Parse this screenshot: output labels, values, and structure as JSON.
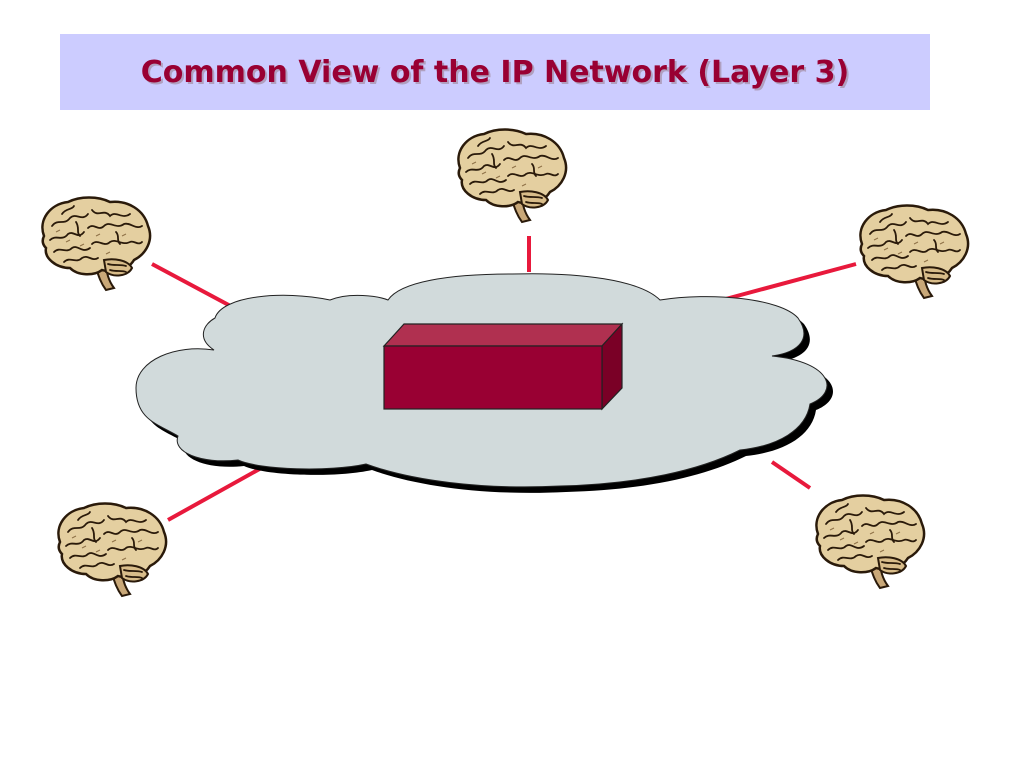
{
  "slide": {
    "title": "Common View of the IP Network (Layer 3)"
  },
  "diagram": {
    "cloud": {
      "icon": "cloud-network-icon",
      "fill": "#d1dadb",
      "shadow": "#000000"
    },
    "router": {
      "icon": "router-box-icon",
      "front": "#990033",
      "top": "#b03050",
      "side": "#7a0026"
    },
    "link_color": "#e8193c",
    "hosts": [
      {
        "id": "top",
        "icon": "brain-icon"
      },
      {
        "id": "top-left",
        "icon": "brain-icon"
      },
      {
        "id": "top-right",
        "icon": "brain-icon"
      },
      {
        "id": "bottom-left",
        "icon": "brain-icon"
      },
      {
        "id": "bottom-right",
        "icon": "brain-icon"
      }
    ]
  },
  "colors": {
    "title_text": "#990033",
    "title_banner": "#ccccff"
  }
}
